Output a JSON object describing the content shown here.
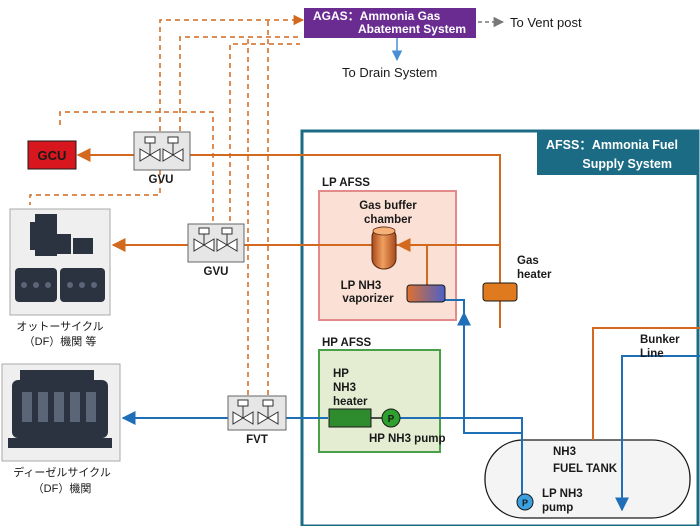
{
  "agas": {
    "line1": "AGAS：Ammonia Gas",
    "line2": "Abatement System",
    "vent": "To Vent post",
    "drain": "To Drain System"
  },
  "gcu": {
    "label": "GCU"
  },
  "afss": {
    "line1": "AFSS：Ammonia Fuel",
    "line2": "Supply System"
  },
  "lp_afss": {
    "title": "LP AFSS",
    "buffer_line1": "Gas buffer",
    "buffer_line2": "chamber",
    "vaporizer_line1": "LP NH3",
    "vaporizer_line2": "vaporizer"
  },
  "gas_heater": {
    "line1": "Gas",
    "line2": "heater"
  },
  "bunker": {
    "line1": "Bunker",
    "line2": "Line"
  },
  "hp_afss": {
    "title": "HP AFSS",
    "heater_line1": "HP",
    "heater_line2": "NH3",
    "heater_line3": "heater",
    "pump_label": "HP NH3 pump",
    "pump_symbol": "P"
  },
  "tank": {
    "line1": "NH3",
    "line2": "FUEL TANK",
    "pump_line1": "LP NH3",
    "pump_line2": "pump",
    "pump_symbol": "P"
  },
  "valves": {
    "gvu1": "GVU",
    "gvu2": "GVU",
    "fvt": "FVT"
  },
  "engines": {
    "otto_line1": "オットーサイクル",
    "otto_line2": "（DF）機関 等",
    "diesel_line1": "ディーゼルサイクル",
    "diesel_line2": "（DF）機関"
  },
  "colors": {
    "gas_line": "#d2691e",
    "liquid_line": "#1f6fb8",
    "afss_border": "#1c6b85",
    "afss_header": "#1c6b85",
    "agas_fill": "#6a2c91",
    "gcu_fill": "#d8161e",
    "lp_afss_border": "#e48a8a",
    "lp_afss_fill": "#fbe1d5",
    "hp_afss_border": "#4aa04a",
    "hp_afss_fill": "#e4edd2"
  }
}
